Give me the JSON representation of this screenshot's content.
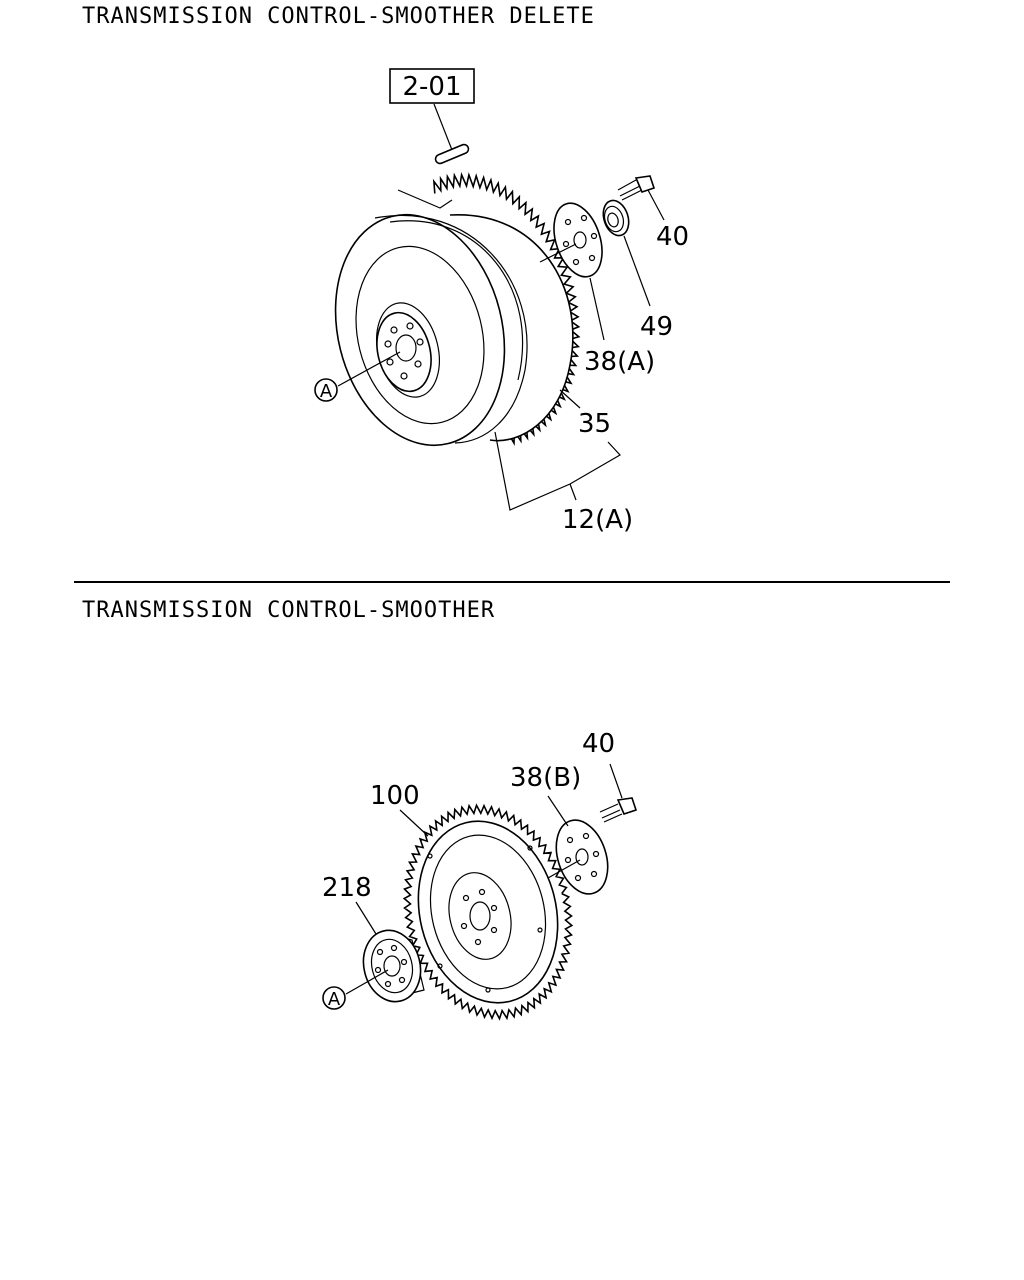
{
  "diagram": {
    "top": {
      "title": "TRANSMISSION CONTROL-SMOOTHER DELETE",
      "ref_box": "2-01",
      "labels": {
        "p40": "40",
        "p49": "49",
        "p38a": "38(A)",
        "p35": "35",
        "p12a": "12(A)"
      },
      "view_marker": "A"
    },
    "bottom": {
      "title": "TRANSMISSION CONTROL-SMOOTHER",
      "labels": {
        "p40": "40",
        "p38b": "38(B)",
        "p100": "100",
        "p218": "218"
      },
      "view_marker": "A"
    }
  }
}
